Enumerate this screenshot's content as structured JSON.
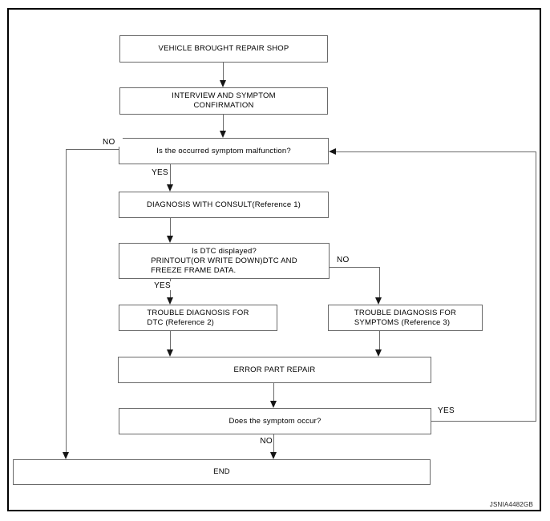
{
  "figure": {
    "code": "JSNIA4482GB",
    "colors": {
      "frame_border": "#000000",
      "box_border": "#6a6a6a",
      "connector": "#6a6a6a",
      "arrowhead": "#151515",
      "box_fill": "#ffffff",
      "text": "#000000"
    },
    "nodes": {
      "vehicle": "VEHICLE BROUGHT REPAIR SHOP",
      "interview": "INTERVIEW AND SYMPTOM\nCONFIRMATION",
      "symptom_check": "Is the occurred symptom malfunction?",
      "diagnosis": "DIAGNOSIS WITH CONSULT(Reference 1)",
      "dtc_question": "Is DTC displayed?",
      "dtc_instruction": "PRINTOUT(OR WRITE DOWN)DTC AND\nFREEZE FRAME DATA.",
      "trouble_dtc": "TROUBLE DIAGNOSIS FOR\nDTC (Reference 2)",
      "trouble_symptoms": "TROUBLE DIAGNOSIS FOR\nSYMPTOMS (Reference 3)",
      "error_repair": "ERROR PART REPAIR",
      "symptom_occur": "Does the symptom occur?",
      "end": "END"
    },
    "labels": {
      "no_symptom": "NO",
      "yes_symptom": "YES",
      "yes_dtc": "YES",
      "no_dtc": "NO",
      "no_occur": "NO",
      "yes_occur": "YES"
    }
  }
}
